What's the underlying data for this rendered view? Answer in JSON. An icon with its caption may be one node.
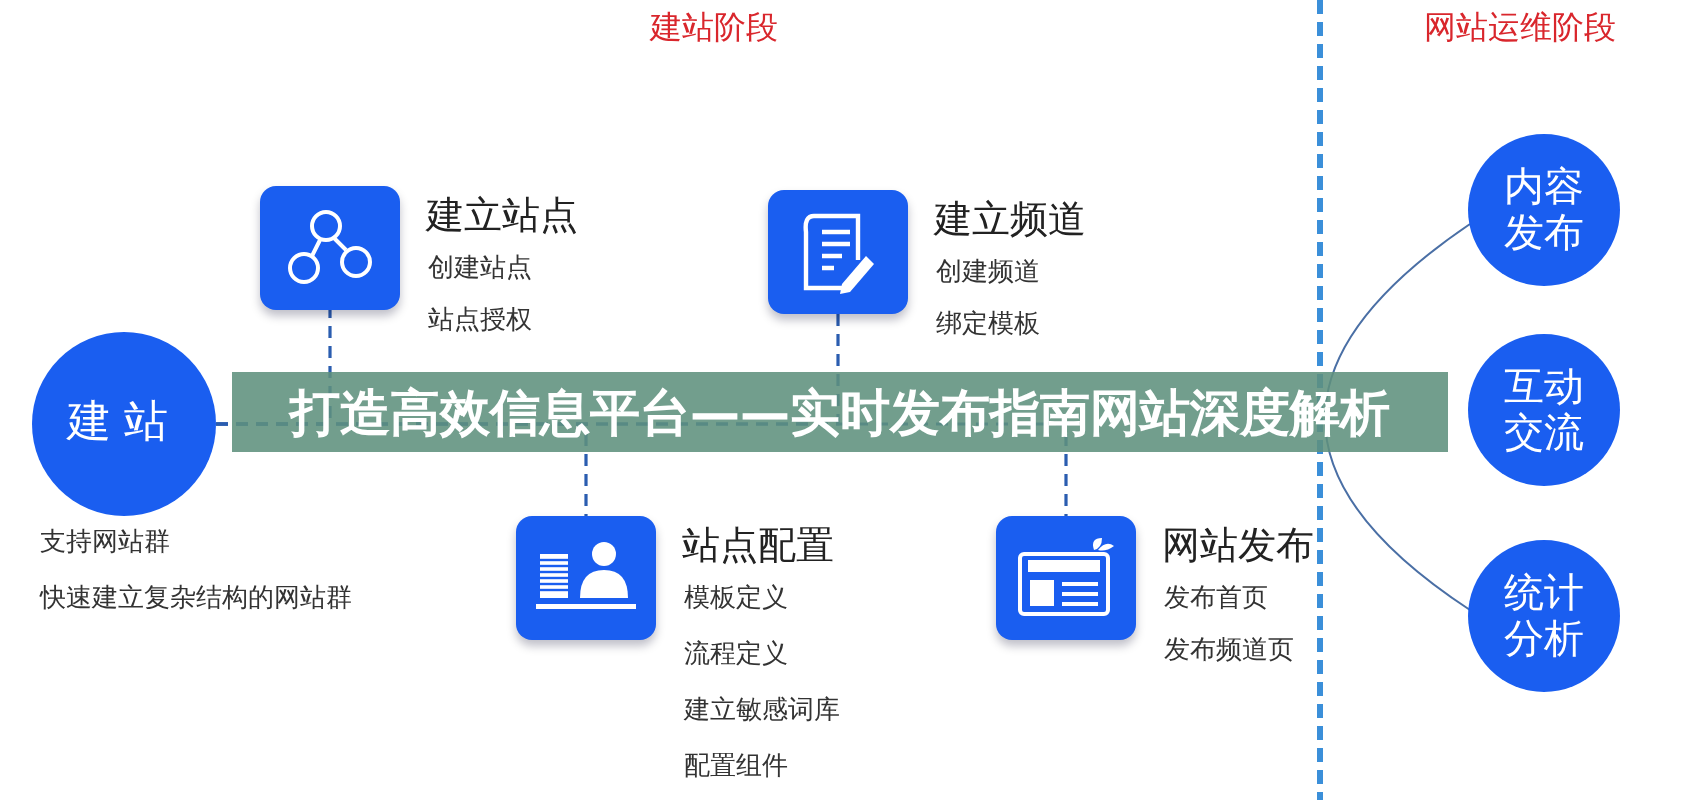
{
  "diagram": {
    "title": "打造高效信息平台——实时发布指南网站深度解析",
    "nodes": [
      {
        "text": [
          "建站"
        ],
        "beside": [
          "支持网站群",
          "快速建立复杂结构的网站群"
        ]
      },
      {
        "text": [
          "建立站点",
          "创建站点",
          "站点授权"
        ]
      },
      {
        "text": [
          "站点配置",
          "模板定义",
          "流程定义",
          "建立敏感词库",
          "配置组件"
        ]
      },
      {
        "text": [
          "建立频道",
          "创建频道",
          "绑定模板"
        ]
      },
      {
        "text": [
          "网站发布",
          "发布首页",
          "发布频道页"
        ]
      },
      {
        "text": [
          "内容发布"
        ]
      },
      {
        "text": [
          "互动交流"
        ]
      },
      {
        "text": [
          "统计分析"
        ]
      }
    ],
    "edges": [
      {
        "from": 0,
        "to": 1,
        "arrow": "none",
        "style": "dashed"
      },
      {
        "from": 0,
        "to": 2,
        "arrow": "none",
        "style": "dashed"
      },
      {
        "from": 0,
        "to": 3,
        "arrow": "none",
        "style": "dashed"
      },
      {
        "from": 0,
        "to": 4,
        "arrow": "none",
        "style": "dashed"
      }
    ],
    "labels": [
      "建站阶段",
      "网站运维阶段"
    ]
  }
}
